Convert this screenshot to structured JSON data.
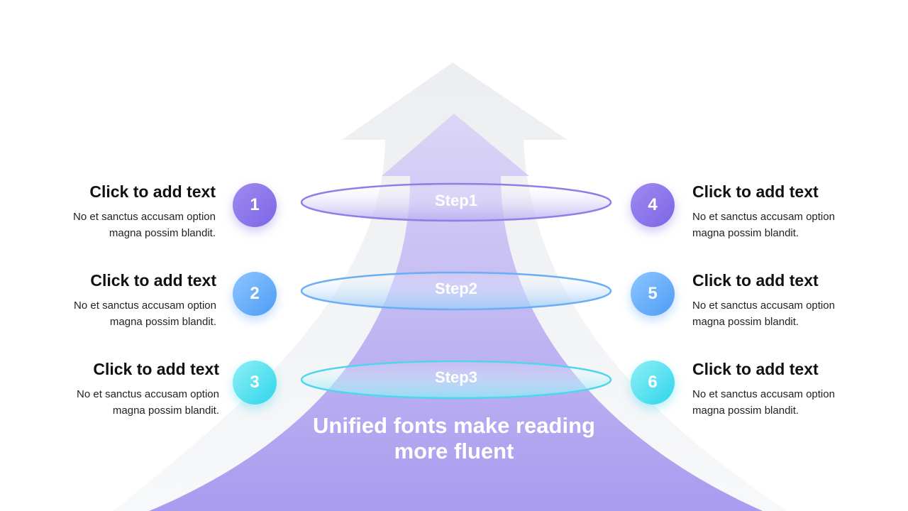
{
  "items": [
    {
      "number": "1",
      "title": "Click to add text",
      "body": "No et sanctus accusam option magna possim blandit."
    },
    {
      "number": "2",
      "title": "Click to add text",
      "body": "No et sanctus accusam option magna possim blandit."
    },
    {
      "number": "3",
      "title": "Click to add text",
      "body": "No et sanctus accusam option magna possim blandit."
    },
    {
      "number": "4",
      "title": "Click to add text",
      "body": "No et sanctus accusam option magna possim blandit."
    },
    {
      "number": "5",
      "title": "Click to add text",
      "body": "No et sanctus accusam option magna possim blandit."
    },
    {
      "number": "6",
      "title": "Click to add text",
      "body": "No et sanctus accusam option magna possim blandit."
    }
  ],
  "steps": [
    "Step1",
    "Step2",
    "Step3"
  ],
  "tagline": "Unified fonts make reading more fluent",
  "colors": {
    "purple": "#7b66e6",
    "blue": "#4f9cf5",
    "cyan": "#2fd4ec",
    "arrow": "#a99bef",
    "ghost_arrow": "#eceef1"
  }
}
